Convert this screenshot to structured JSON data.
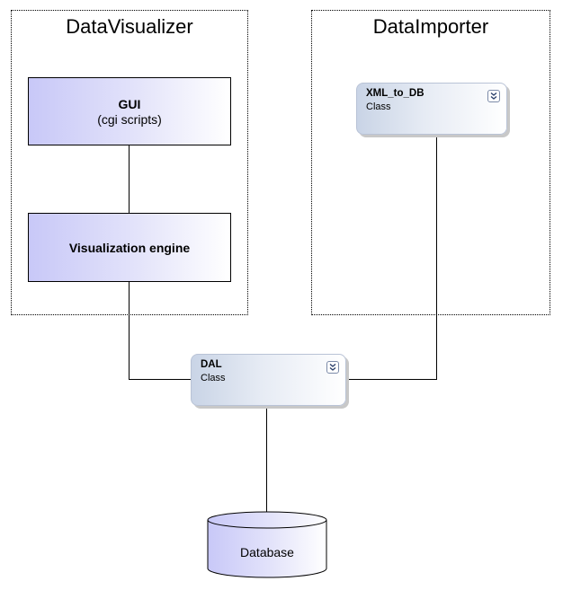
{
  "groups": {
    "visualizer": {
      "title": "DataVisualizer"
    },
    "importer": {
      "title": "DataImporter"
    }
  },
  "components": {
    "gui": {
      "title": "GUI",
      "subtitle": "(cgi scripts)"
    },
    "engine": {
      "title": "Visualization engine"
    }
  },
  "classes": {
    "xml_to_db": {
      "name": "XML_to_DB",
      "kind": "Class",
      "expand_icon": "double-chevron-down-icon"
    },
    "dal": {
      "name": "DAL",
      "kind": "Class",
      "expand_icon": "double-chevron-down-icon"
    }
  },
  "database": {
    "label": "Database"
  },
  "colors": {
    "component_fill_start": "#c8c8f8",
    "class_fill_start": "#c9d4e6",
    "class_border": "#b9c3d6",
    "line": "#000000"
  }
}
